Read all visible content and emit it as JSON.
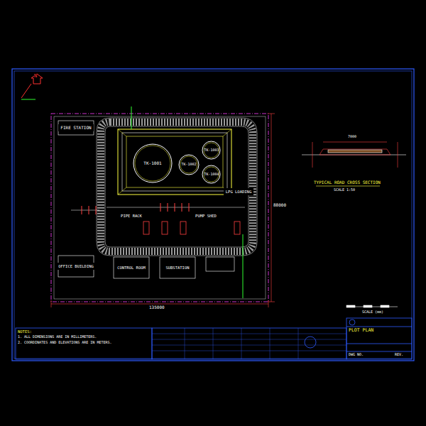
{
  "diagram": {
    "title": "PLOT PLAN",
    "nodes": [
      {
        "text": [
          "FIRE STATION"
        ]
      },
      {
        "text": [
          "TK-1001"
        ]
      },
      {
        "text": [
          "TK-1002"
        ]
      },
      {
        "text": [
          "TK-1003"
        ]
      },
      {
        "text": [
          "TK-1004"
        ]
      },
      {
        "text": [
          "LPG LOADING"
        ]
      },
      {
        "text": [
          "PIPE RACK"
        ]
      },
      {
        "text": [
          "PUMP SHED"
        ]
      },
      {
        "text": [
          "OFFICE BUILDING"
        ]
      },
      {
        "text": [
          "CONTROL ROOM"
        ]
      },
      {
        "text": [
          "SUBSTATION"
        ]
      }
    ],
    "labels": [
      "TYPICAL ROAD CROSS SECTION",
      "SCALE 1:50",
      "135000",
      "88000",
      "7000",
      "NOTES:",
      "1. ALL DIMENSIONS ARE IN MILLIMETERS.",
      "2. COORDINATES AND ELEVATIONS ARE IN METERS.",
      "N",
      "SCALE (mm)",
      "DWG NO.",
      "REV."
    ]
  }
}
